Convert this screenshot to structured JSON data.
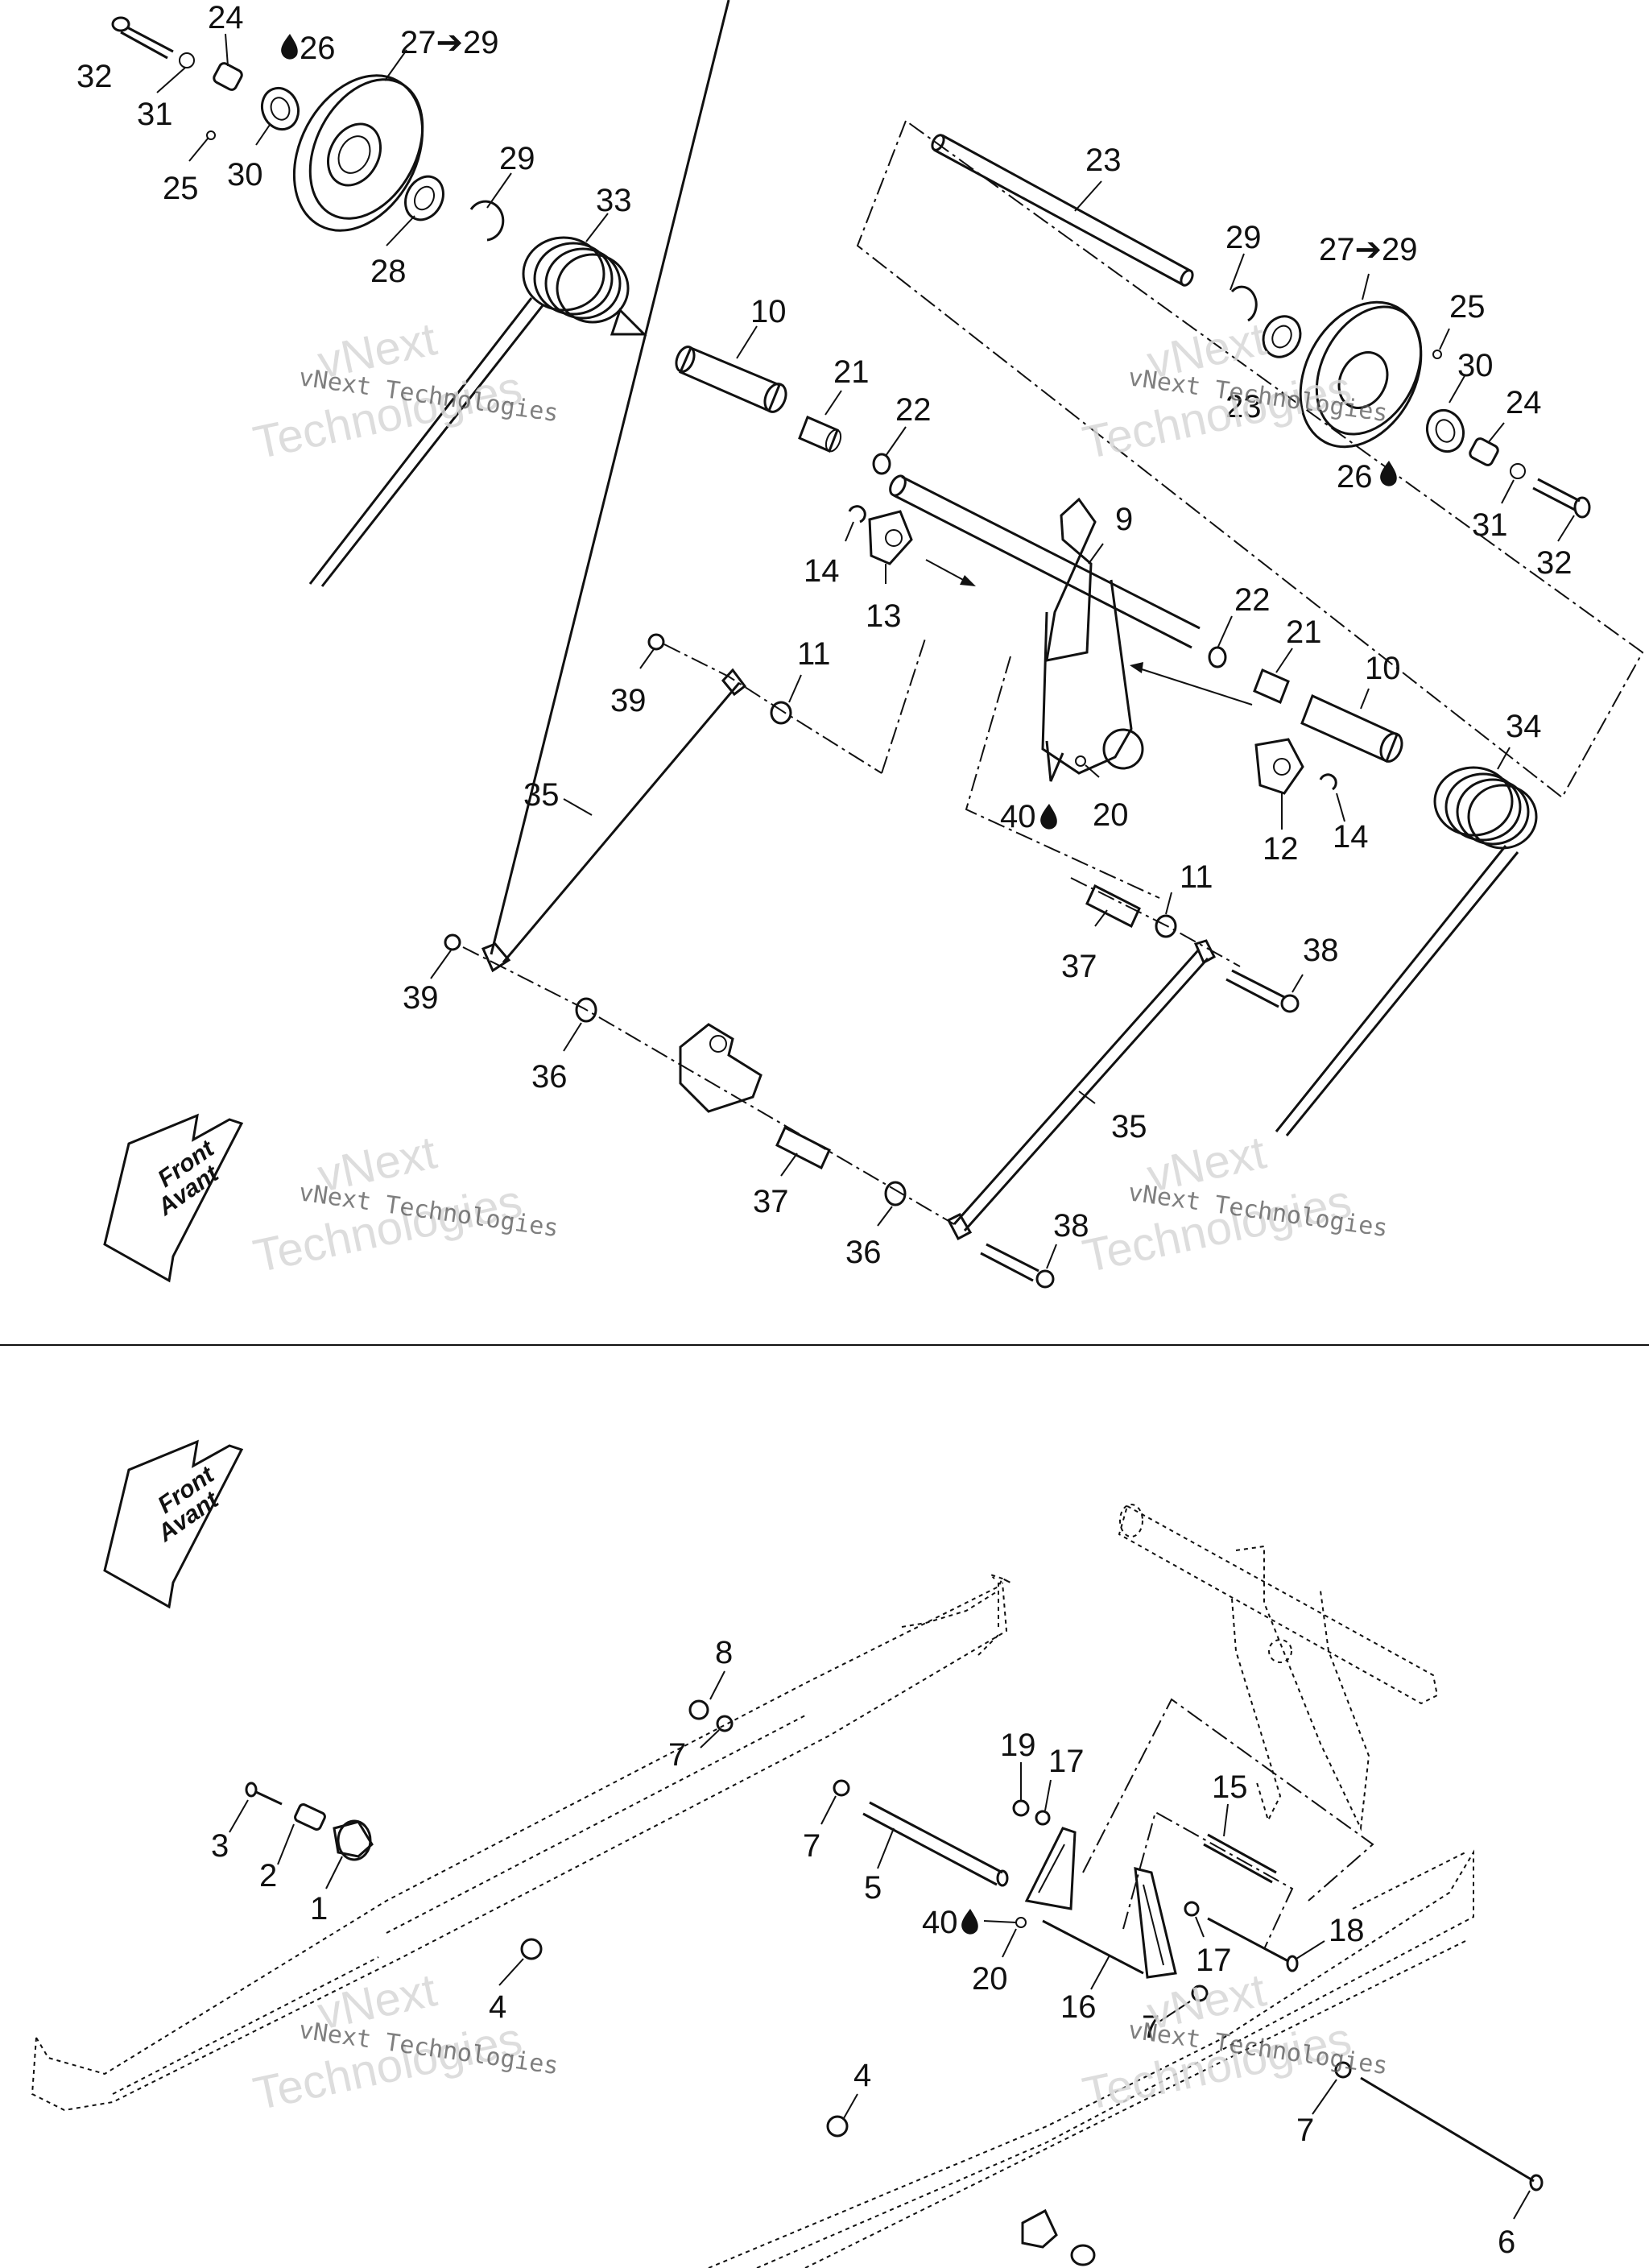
{
  "front_arrow": {
    "line1": "Front",
    "line2": "Avant"
  },
  "watermark": {
    "line1": "vNext Technologies",
    "line2": "vNext",
    "line3": "Technologies"
  },
  "upper_callouts": {
    "c32a": "32",
    "c24a": "24",
    "c26a": "26",
    "c27a": "27➔29",
    "c31a": "31",
    "c25a": "25",
    "c30a": "30",
    "c28": "28",
    "c29a": "29",
    "c33": "33",
    "c10a": "10",
    "c21a": "21",
    "c22a": "22",
    "c23a": "23",
    "c29b": "29",
    "c27b": "27➔29",
    "c25b": "25",
    "c30b": "30",
    "c24b": "24",
    "c23b": "23",
    "c26b": "26",
    "c31b": "31",
    "c32b": "32",
    "c14a": "14",
    "c13": "13",
    "c9": "9",
    "c22b": "22",
    "c21b": "21",
    "c10b": "10",
    "c39a": "39",
    "c11a": "11",
    "c34": "34",
    "c35a": "35",
    "c40a": "40",
    "c20a": "20",
    "c12": "12",
    "c14b": "14",
    "c11b": "11",
    "c37a": "37",
    "c38a": "38",
    "c39b": "39",
    "c36a": "36",
    "c35b": "35",
    "c37b": "37",
    "c36b": "36",
    "c38b": "38"
  },
  "lower_callouts": {
    "c8": "8",
    "c7a": "7",
    "c3": "3",
    "c2": "2",
    "c1": "1",
    "c7b": "7",
    "c5": "5",
    "c19": "19",
    "c17a": "17",
    "c15": "15",
    "c40b": "40",
    "c20b": "20",
    "c17b": "17",
    "c18": "18",
    "c16": "16",
    "c4a": "4",
    "c7c": "7",
    "c4b": "4",
    "c7d": "7",
    "c6": "6"
  },
  "icons": {
    "oil_drop": "oil-drop-icon",
    "front_arrow": "front-arrow-icon"
  }
}
